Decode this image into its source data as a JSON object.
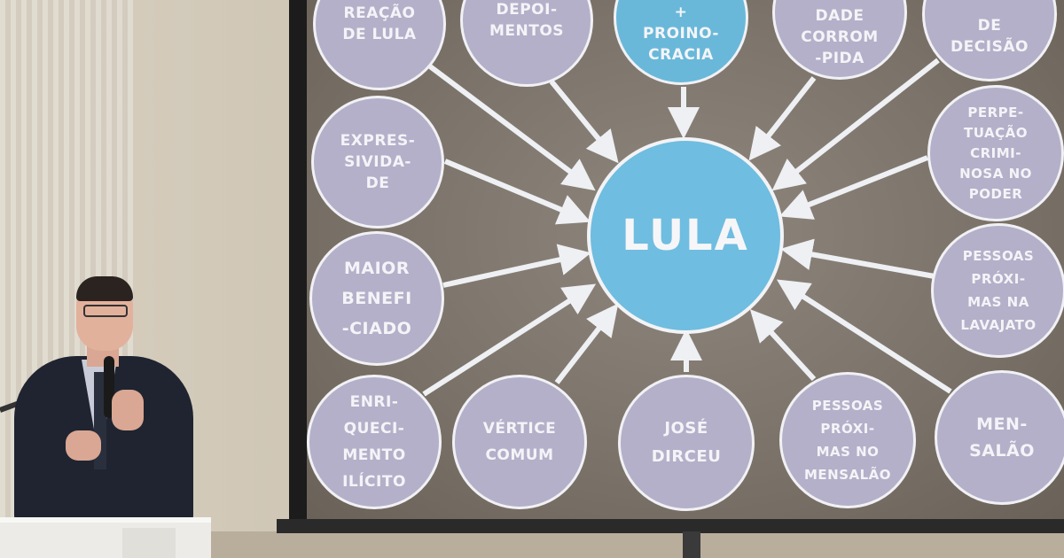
{
  "slide": {
    "center_label": "LULA",
    "nodes": [
      {
        "id": "reacao",
        "label": "REAÇÃO\nDE LULA",
        "color": "purple"
      },
      {
        "id": "depoimentos",
        "label": "DEPOI-\nMENTOS",
        "color": "purple"
      },
      {
        "id": "proinocracia",
        "label": "+\nPROINO-\nCRACIA",
        "color": "blue"
      },
      {
        "id": "corrompida",
        "label": "DADE\nCORROM\n-PIDA",
        "color": "purple"
      },
      {
        "id": "decisao",
        "label": "DE\nDECISÃO",
        "color": "purple"
      },
      {
        "id": "perpetuacao",
        "label": "PERPE-\nTUAÇÃO\nCRIMI-\nNOSA NO\nPODER",
        "color": "purple"
      },
      {
        "id": "expressividade",
        "label": "EXPRES-\nSIVIDA-\nDE",
        "color": "purple"
      },
      {
        "id": "maior",
        "label": "MAIOR\nBENEFI\n-CIADO",
        "color": "purple"
      },
      {
        "id": "lavajato",
        "label": "PESSOAS\nPRÓXI-\nMAS NA\nLAVAJATO",
        "color": "purple"
      },
      {
        "id": "enriquecimento",
        "label": "ENRI-\nQUECI-\nMENTO\nILÍCITO",
        "color": "purple"
      },
      {
        "id": "vertice",
        "label": "VÉRTICE\nCOMUM",
        "color": "purple"
      },
      {
        "id": "dirceu",
        "label": "JOSÉ\nDIRCEU",
        "color": "purple"
      },
      {
        "id": "mensalao_pessoas",
        "label": "PESSOAS\nPRÓXI-\nMAS NO\nMENSALÃO",
        "color": "purple"
      },
      {
        "id": "mensalao",
        "label": "MEN-\nSALÃO",
        "color": "purple"
      }
    ]
  },
  "colors": {
    "purple": "#b4b0c9",
    "blue": "#69b8d9",
    "center": "#6fbde0",
    "arrow": "#eef0f4"
  }
}
